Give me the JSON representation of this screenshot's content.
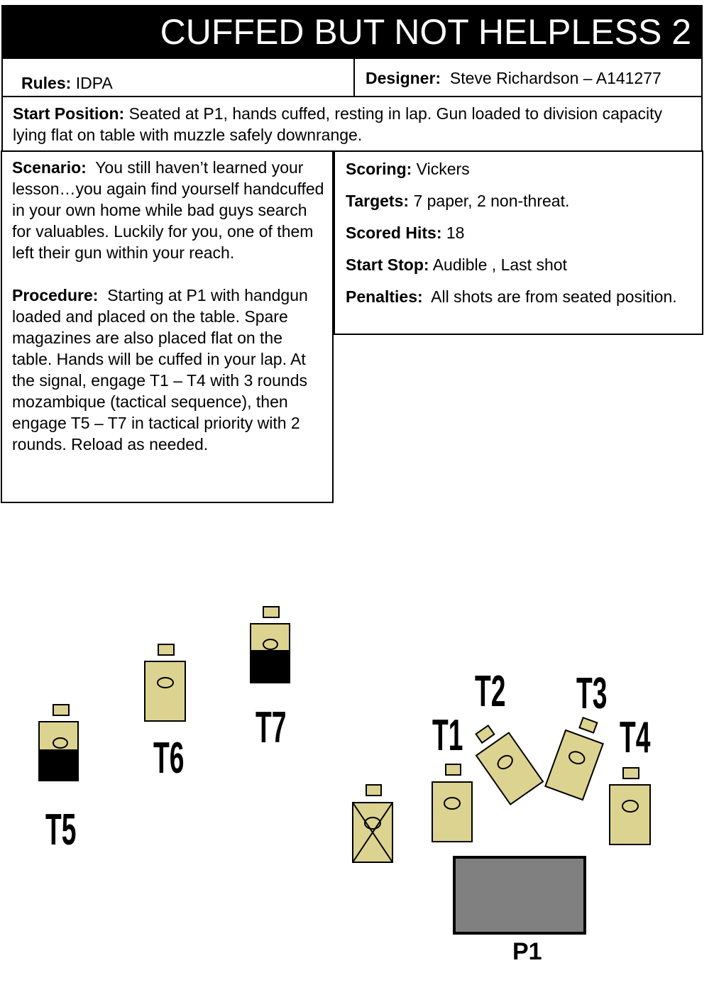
{
  "header": {
    "title": "CUFFED BUT NOT HELPLESS 2"
  },
  "rules": {
    "label": "Rules:",
    "value": "IDPA"
  },
  "designer": {
    "label": "Designer:",
    "value": "Steve Richardson – A141277"
  },
  "start_position": {
    "label": "Start Position:",
    "value": "Seated at P1, hands cuffed, resting in lap.  Gun loaded to division capacity lying flat on table with muzzle safely downrange."
  },
  "scenario": {
    "label": "Scenario:",
    "value": "You still haven’t learned your lesson…you again find yourself handcuffed in your own home while bad guys search for valuables.  Luckily for you, one of them left their gun within your reach."
  },
  "procedure": {
    "label": "Procedure:",
    "value": "Starting at P1 with handgun loaded and placed on the table.  Spare magazines are also placed flat on the table.  Hands will be cuffed in your lap.  At the signal, engage T1 – T4 with 3 rounds mozambique (tactical sequence), then engage T5 – T7 in tactical priority with 2 rounds.  Reload as needed."
  },
  "scoring": {
    "label": "Scoring:",
    "value": "Vickers"
  },
  "targets": {
    "label": "Targets:",
    "value": "7 paper, 2 non-threat."
  },
  "scored_hits": {
    "label": "Scored Hits:",
    "value": "18"
  },
  "start_stop": {
    "label": "Start Stop:",
    "value": "Audible , Last shot"
  },
  "penalties": {
    "label": "Penalties:",
    "value": "All shots are from seated position."
  },
  "diagram": {
    "target_labels": {
      "t1": "T1",
      "t2": "T2",
      "t3": "T3",
      "t4": "T4",
      "t5": "T5",
      "t6": "T6",
      "t7": "T7"
    },
    "position_label": "P1",
    "colors": {
      "target_fill": "#dcd391",
      "table_fill": "#808080",
      "hard_cover": "#000000",
      "outline": "#000000"
    }
  }
}
